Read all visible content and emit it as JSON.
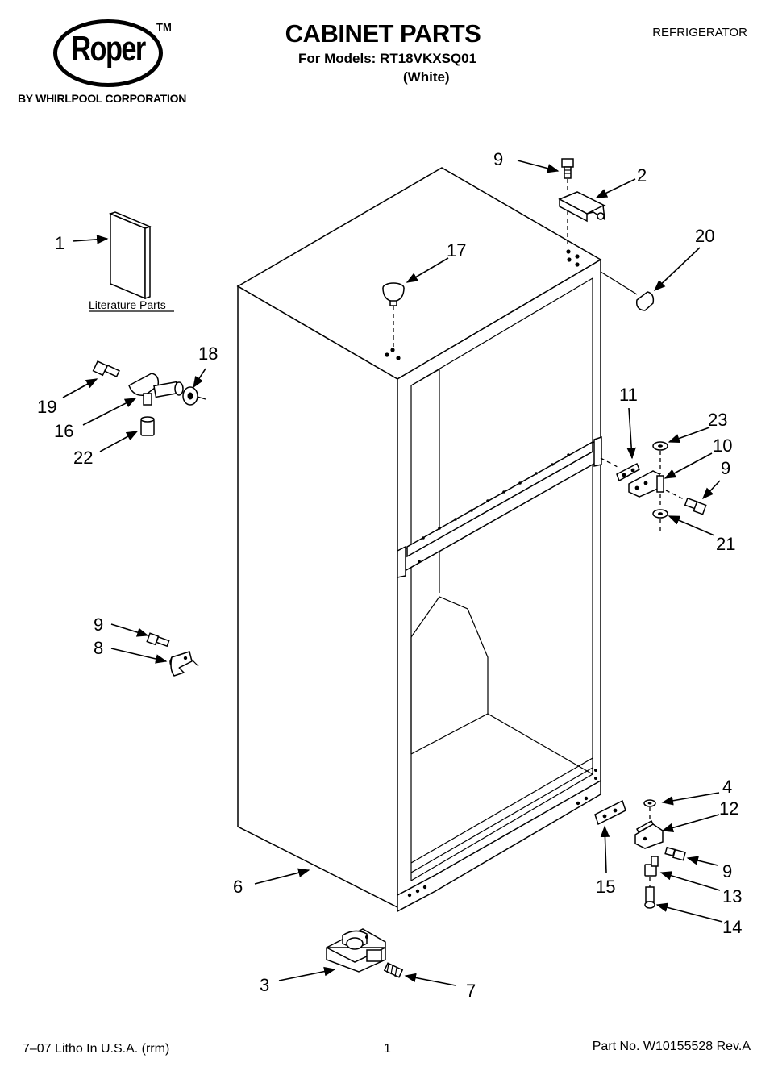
{
  "header": {
    "brand": "Roper",
    "trademark": "TM",
    "brand_subtitle": "BY WHIRLPOOL CORPORATION",
    "title": "CABINET PARTS",
    "models": "For Models: RT18VKXSQ01",
    "color": "(White)",
    "category": "REFRIGERATOR"
  },
  "diagram": {
    "literature_label": "Literature Parts",
    "callouts": [
      {
        "id": "c1",
        "label": "1"
      },
      {
        "id": "c2",
        "label": "2"
      },
      {
        "id": "c3",
        "label": "3"
      },
      {
        "id": "c4",
        "label": "4"
      },
      {
        "id": "c6",
        "label": "6"
      },
      {
        "id": "c7",
        "label": "7"
      },
      {
        "id": "c8",
        "label": "8"
      },
      {
        "id": "c9a",
        "label": "9"
      },
      {
        "id": "c9b",
        "label": "9"
      },
      {
        "id": "c9c",
        "label": "9"
      },
      {
        "id": "c9d",
        "label": "9"
      },
      {
        "id": "c10",
        "label": "10"
      },
      {
        "id": "c11",
        "label": "11"
      },
      {
        "id": "c12",
        "label": "12"
      },
      {
        "id": "c13",
        "label": "13"
      },
      {
        "id": "c14",
        "label": "14"
      },
      {
        "id": "c15",
        "label": "15"
      },
      {
        "id": "c16",
        "label": "16"
      },
      {
        "id": "c17",
        "label": "17"
      },
      {
        "id": "c18",
        "label": "18"
      },
      {
        "id": "c19",
        "label": "19"
      },
      {
        "id": "c20",
        "label": "20"
      },
      {
        "id": "c21",
        "label": "21"
      },
      {
        "id": "c22",
        "label": "22"
      },
      {
        "id": "c23",
        "label": "23"
      }
    ]
  },
  "footer": {
    "litho": "7–07 Litho In U.S.A. (rrm)",
    "page": "1",
    "part_number": "Part No. W10155528 Rev.A"
  }
}
